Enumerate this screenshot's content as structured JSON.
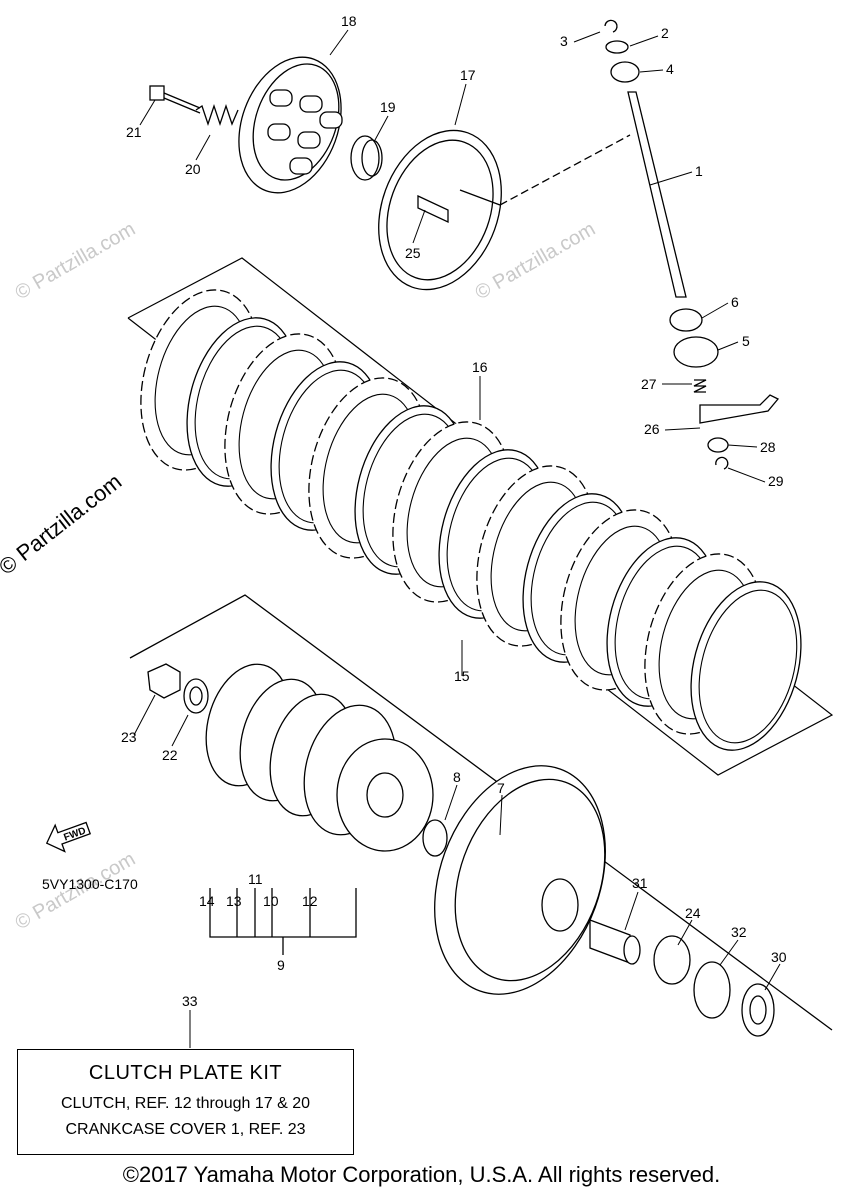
{
  "watermark": {
    "primary": "© Partzilla.com",
    "faint": "© Partzilla.com"
  },
  "diagram": {
    "ref_code": "5VY1300-C170",
    "fwd_arrow_label": "FWD"
  },
  "callouts": [
    {
      "id": "1",
      "label": "1"
    },
    {
      "id": "2",
      "label": "2"
    },
    {
      "id": "3",
      "label": "3"
    },
    {
      "id": "4",
      "label": "4"
    },
    {
      "id": "5",
      "label": "5"
    },
    {
      "id": "6",
      "label": "6"
    },
    {
      "id": "7",
      "label": "7"
    },
    {
      "id": "8",
      "label": "8"
    },
    {
      "id": "9",
      "label": "9"
    },
    {
      "id": "10",
      "label": "10"
    },
    {
      "id": "11",
      "label": "11"
    },
    {
      "id": "12",
      "label": "12"
    },
    {
      "id": "13",
      "label": "13"
    },
    {
      "id": "14",
      "label": "14"
    },
    {
      "id": "15",
      "label": "15"
    },
    {
      "id": "16",
      "label": "16"
    },
    {
      "id": "17",
      "label": "17"
    },
    {
      "id": "18",
      "label": "18"
    },
    {
      "id": "19",
      "label": "19"
    },
    {
      "id": "20",
      "label": "20"
    },
    {
      "id": "21",
      "label": "21"
    },
    {
      "id": "22",
      "label": "22"
    },
    {
      "id": "23",
      "label": "23"
    },
    {
      "id": "24",
      "label": "24"
    },
    {
      "id": "25",
      "label": "25"
    },
    {
      "id": "26",
      "label": "26"
    },
    {
      "id": "27",
      "label": "27"
    },
    {
      "id": "28",
      "label": "28"
    },
    {
      "id": "29",
      "label": "29"
    },
    {
      "id": "30",
      "label": "30"
    },
    {
      "id": "31",
      "label": "31"
    },
    {
      "id": "32",
      "label": "32"
    },
    {
      "id": "33",
      "label": "33"
    }
  ],
  "kit": {
    "title": "CLUTCH PLATE KIT",
    "line1": "CLUTCH, REF. 12 through 17 & 20",
    "line2": "CRANKCASE COVER 1, REF. 23"
  },
  "footer": {
    "copyright": "©2017 Yamaha Motor Corporation, U.S.A. All rights reserved."
  }
}
